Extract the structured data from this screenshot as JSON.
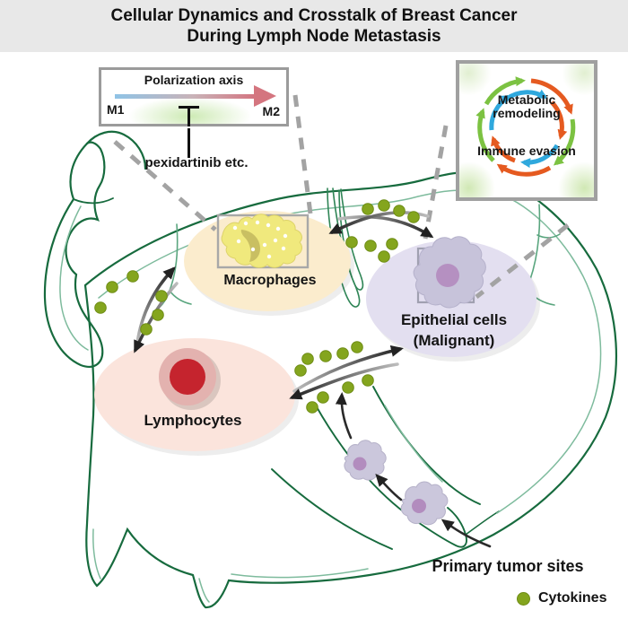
{
  "title": {
    "line1": "Cellular Dynamics and Crosstalk of Breast Cancer",
    "line2": "During Lymph Node Metastasis"
  },
  "insets": {
    "polarization": {
      "title": "Polarization axis",
      "left_label": "M1",
      "right_label": "M2",
      "inhibitor_label": "pexidartinib etc."
    },
    "crosstalk_cycle": {
      "top_text": "Metabolic remodeling",
      "bottom_text": "Immune evasion"
    }
  },
  "cells": {
    "macrophages": {
      "label": "Macrophages"
    },
    "epithelial": {
      "label_line1": "Epithelial cells",
      "label_line2": "(Malignant)"
    },
    "lymphocytes": {
      "label": "Lymphocytes"
    }
  },
  "annotations": {
    "primary_tumor": {
      "label": "Primary tumor sites"
    },
    "legend": {
      "label": "Cytokines"
    }
  },
  "appearance": {
    "colors": {
      "title_bar_bg": "#e8e8e8",
      "lymph_node_outline": "#176b3e",
      "lymph_node_inner_line": "#7ebb9d",
      "cytokine_dot": "#84a51e",
      "cycle_arrow_green": "#7cc242",
      "cycle_arrow_orange": "#e55a20",
      "cycle_arrow_blue": "#2fa8dd",
      "polarization_m1_blue": "#8fc3e6",
      "polarization_m2_red": "#d4737f",
      "macrophage_cell_yellow": "#f0e97d",
      "macrophage_ellipse": "#fbeccd",
      "epithelial_cell_purple": "#c7c3da",
      "epithelial_nucleus": "#b590c1",
      "epithelial_ellipse": "#e3dff0",
      "lymphocyte_outer": "#e3b2af",
      "lymphocyte_nucleus": "#c5242e",
      "lymphocyte_ellipse": "#fbe4dc",
      "exchange_arrow": "#222222",
      "dashed_connector": "#a3a3a3"
    }
  }
}
